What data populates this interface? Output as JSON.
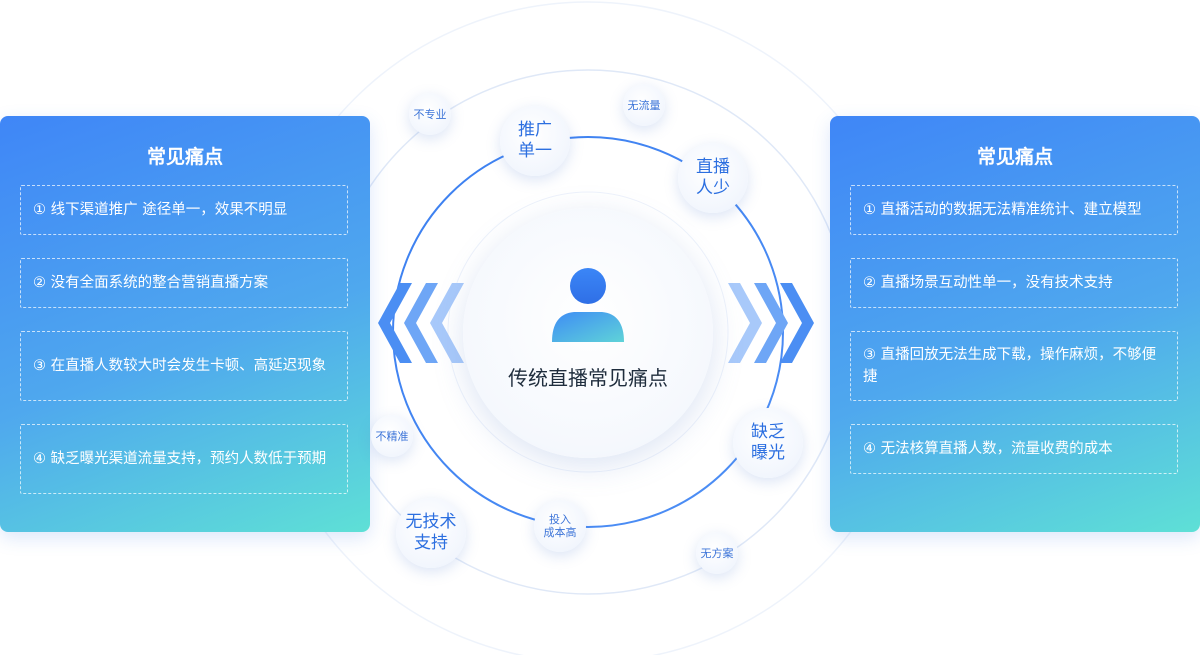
{
  "center": {
    "title": "传统直播常见痛点"
  },
  "bubbles": {
    "promo": "推广\n单一",
    "live": "直播\n人少",
    "exposure": "缺乏\n曝光",
    "tech": "无技术\n支持",
    "cost": "投入\n成本高",
    "unprofessional": "不专业",
    "no_traffic": "无流量",
    "imprecise": "不精准",
    "no_plan": "无方案"
  },
  "left_panel": {
    "title": "常见痛点",
    "items": [
      "① 线下渠道推广 途径单一，效果不明显",
      "② 没有全面系统的整合营销直播方案",
      "③ 在直播人数较大时会发生卡顿、高延迟现象",
      "④ 缺乏曝光渠道流量支持，预约人数低于预期"
    ]
  },
  "right_panel": {
    "title": "常见痛点",
    "items": [
      "① 直播活动的数据无法精准统计、建立模型",
      "② 直播场景互动性单一，没有技术支持",
      "③ 直播回放无法生成下载，操作麻烦，不够便捷",
      "④ 无法核算直播人数，流量收费的成本"
    ]
  },
  "colors": {
    "accent": "#2c6fe0",
    "panel_start": "#3f86f7",
    "panel_end": "#5ee0d6"
  },
  "icons": [
    "person-icon",
    "chevron-left-icon",
    "chevron-right-icon"
  ]
}
